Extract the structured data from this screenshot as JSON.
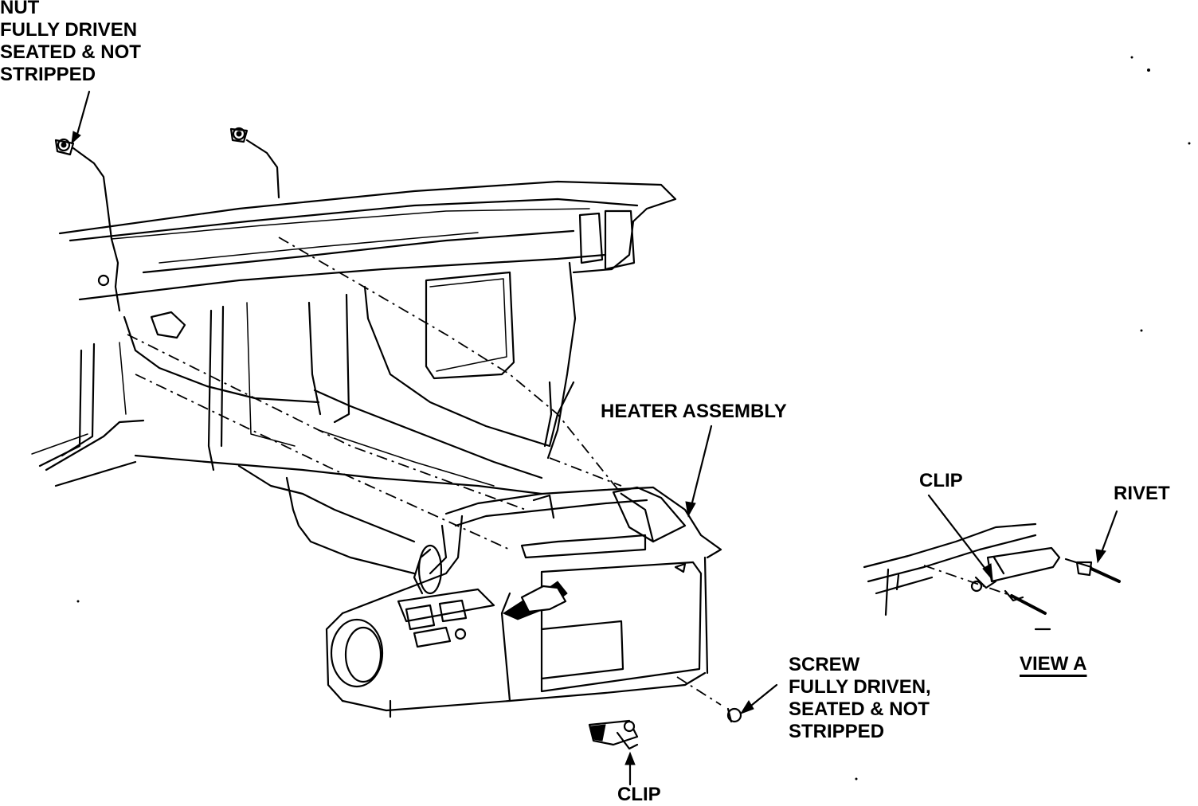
{
  "labels": {
    "nut": [
      "NUT",
      "FULLY DRIVEN",
      "SEATED & NOT",
      "STRIPPED"
    ],
    "heater_assembly": "HEATER ASSEMBLY",
    "screw": [
      "SCREW",
      "FULLY DRIVEN,",
      "SEATED & NOT",
      "STRIPPED"
    ],
    "clip_bottom": "CLIP",
    "clip_view": "CLIP",
    "rivet": "RIVET",
    "view_title": "VIEW A"
  },
  "colors": {
    "ink": "#000000",
    "paper": "#ffffff"
  }
}
